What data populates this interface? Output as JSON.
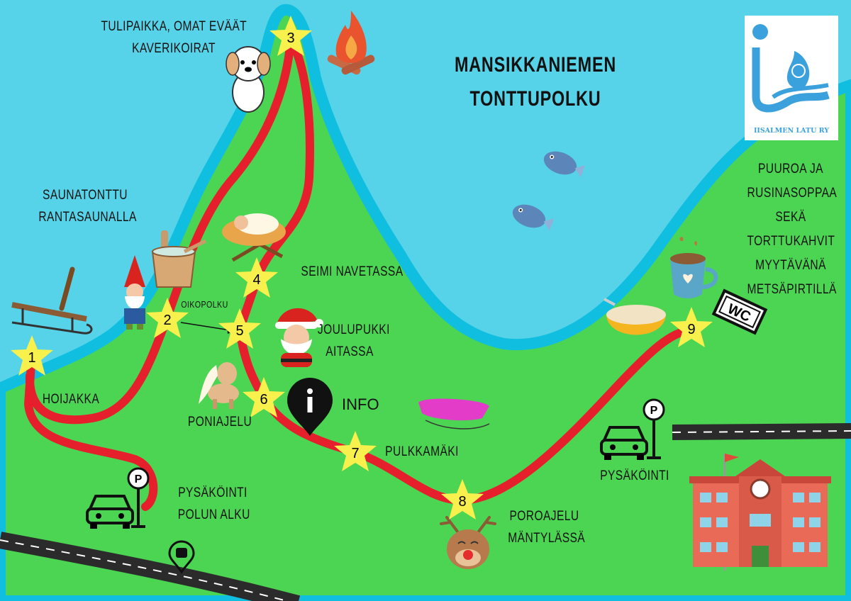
{
  "title": {
    "line1": "MANSIKKANIEMEN",
    "line2": "TONTTUPOLKU"
  },
  "logo": {
    "text": "IISALMEN LATU RY"
  },
  "colors": {
    "water": "#56d3e8",
    "shore": "#10bfe0",
    "land": "#4cd552",
    "route": "#e51f2b",
    "star": "#f8f04c",
    "logo_blue": "#3aa1dc"
  },
  "stops": [
    {
      "number": "1"
    },
    {
      "number": "2"
    },
    {
      "number": "3"
    },
    {
      "number": "4"
    },
    {
      "number": "5"
    },
    {
      "number": "6"
    },
    {
      "number": "7"
    },
    {
      "number": "8"
    },
    {
      "number": "9"
    }
  ],
  "labels": {
    "tulipaikka": {
      "line1": "TULIPAIKKA, OMAT EVÄÄT",
      "line2": "KAVERIKOIRAT"
    },
    "saunatonttu": {
      "line1": "SAUNATONTTU",
      "line2": "RANTASAUNALLA"
    },
    "seimi": "SEIMI NAVETASSA",
    "oikopolku": "OIKOPOLKU",
    "joulupukki": {
      "line1": "JOULUPUKKI",
      "line2": "AITASSA"
    },
    "hoijakka": "HOIJAKKA",
    "poniajelu": "PONIAJELU",
    "info": "INFO",
    "pulkkamaki": "PULKKAMÄKI",
    "parking_start": {
      "line1": "PYSÄKÖINTI",
      "line2": "POLUN ALKU"
    },
    "poroajelu": {
      "line1": "POROAJELU",
      "line2": "MÄNTYLÄSSÄ"
    },
    "parking_right": "PYSÄKÖINTI",
    "metsapirtti": {
      "line1": "PUUROA JA",
      "line2": "RUSINASOPPAA",
      "line3": "SEKÄ",
      "line4": "TORTTUKAHVIT",
      "line5": "MYYTÄVÄNÄ",
      "line6": "METSÄPIRTILLÄ"
    },
    "wc": "WC",
    "parking_sign": "P"
  }
}
